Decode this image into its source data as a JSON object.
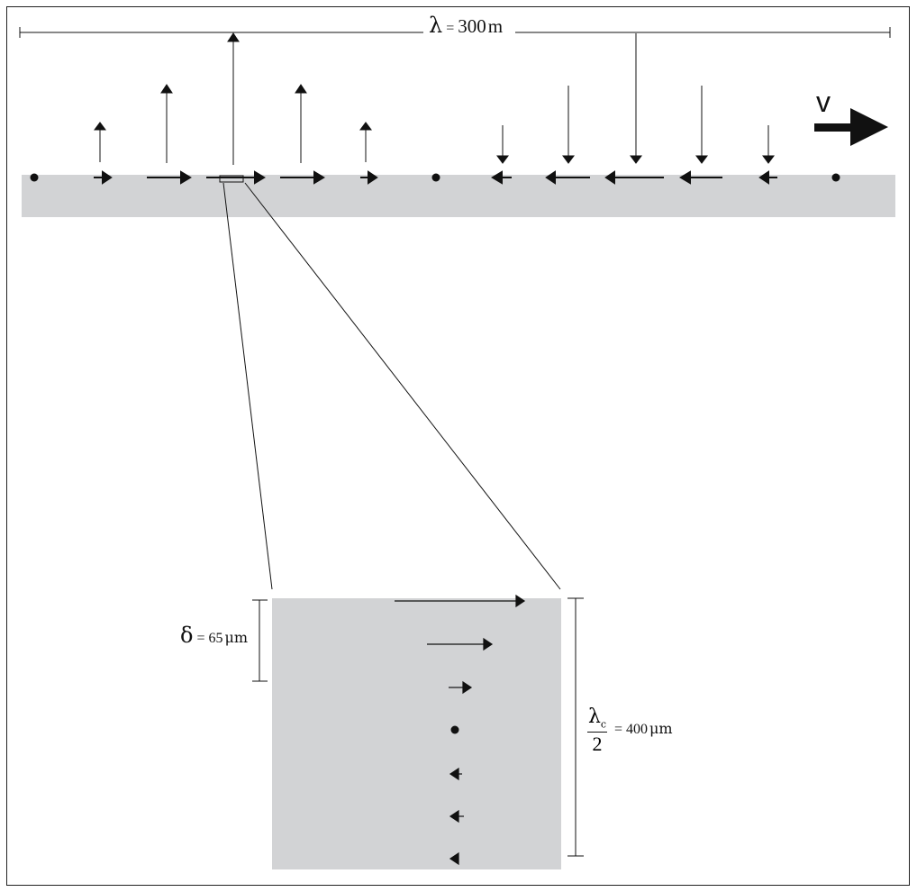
{
  "labels": {
    "wavelength": {
      "symbol": "λ",
      "eq": "=",
      "value": "300",
      "unit": "m"
    },
    "velocity": "v",
    "boundary_layer": {
      "symbol": "δ",
      "eq": "=",
      "value": "65",
      "unit": "μm"
    },
    "half_compression": {
      "symbol": "λ",
      "subscript": "c",
      "denominator": "2",
      "eq": "=",
      "value": "400",
      "unit": "μm"
    }
  },
  "colors": {
    "band": "#d2d3d5",
    "ink": "#111111",
    "frame": "#222222"
  },
  "icons": {
    "velocity_arrow": "thick-right-arrow-icon",
    "node": "dot-icon"
  }
}
